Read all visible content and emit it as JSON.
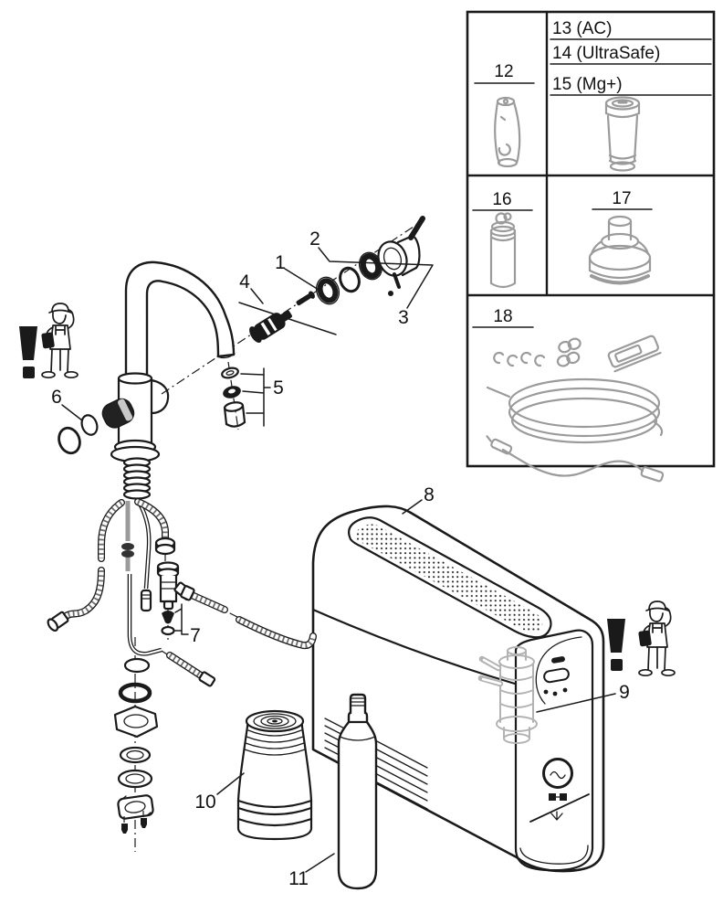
{
  "callouts": {
    "n1": "1",
    "n2": "2",
    "n3": "3",
    "n4": "4",
    "n5": "5",
    "n6": "6",
    "n7": "7",
    "n8": "8",
    "n9": "9",
    "n10": "10",
    "n11": "11"
  },
  "parts_table": {
    "n12": "12",
    "n13": "13 (AC)",
    "n14": "14 (UltraSafe)",
    "n15": "15 (Mg+)",
    "n16": "16",
    "n17": "17",
    "n18": "18"
  },
  "icons": {
    "warning": "exclamation-warning-icon",
    "installer": "plumber-installer-icon",
    "grille": "cooler-vent-grille",
    "logo": "round-logo-badge"
  },
  "colors": {
    "line": "#1a1a1a",
    "muted_gray": "#9b9b9b",
    "background": "#ffffff"
  }
}
